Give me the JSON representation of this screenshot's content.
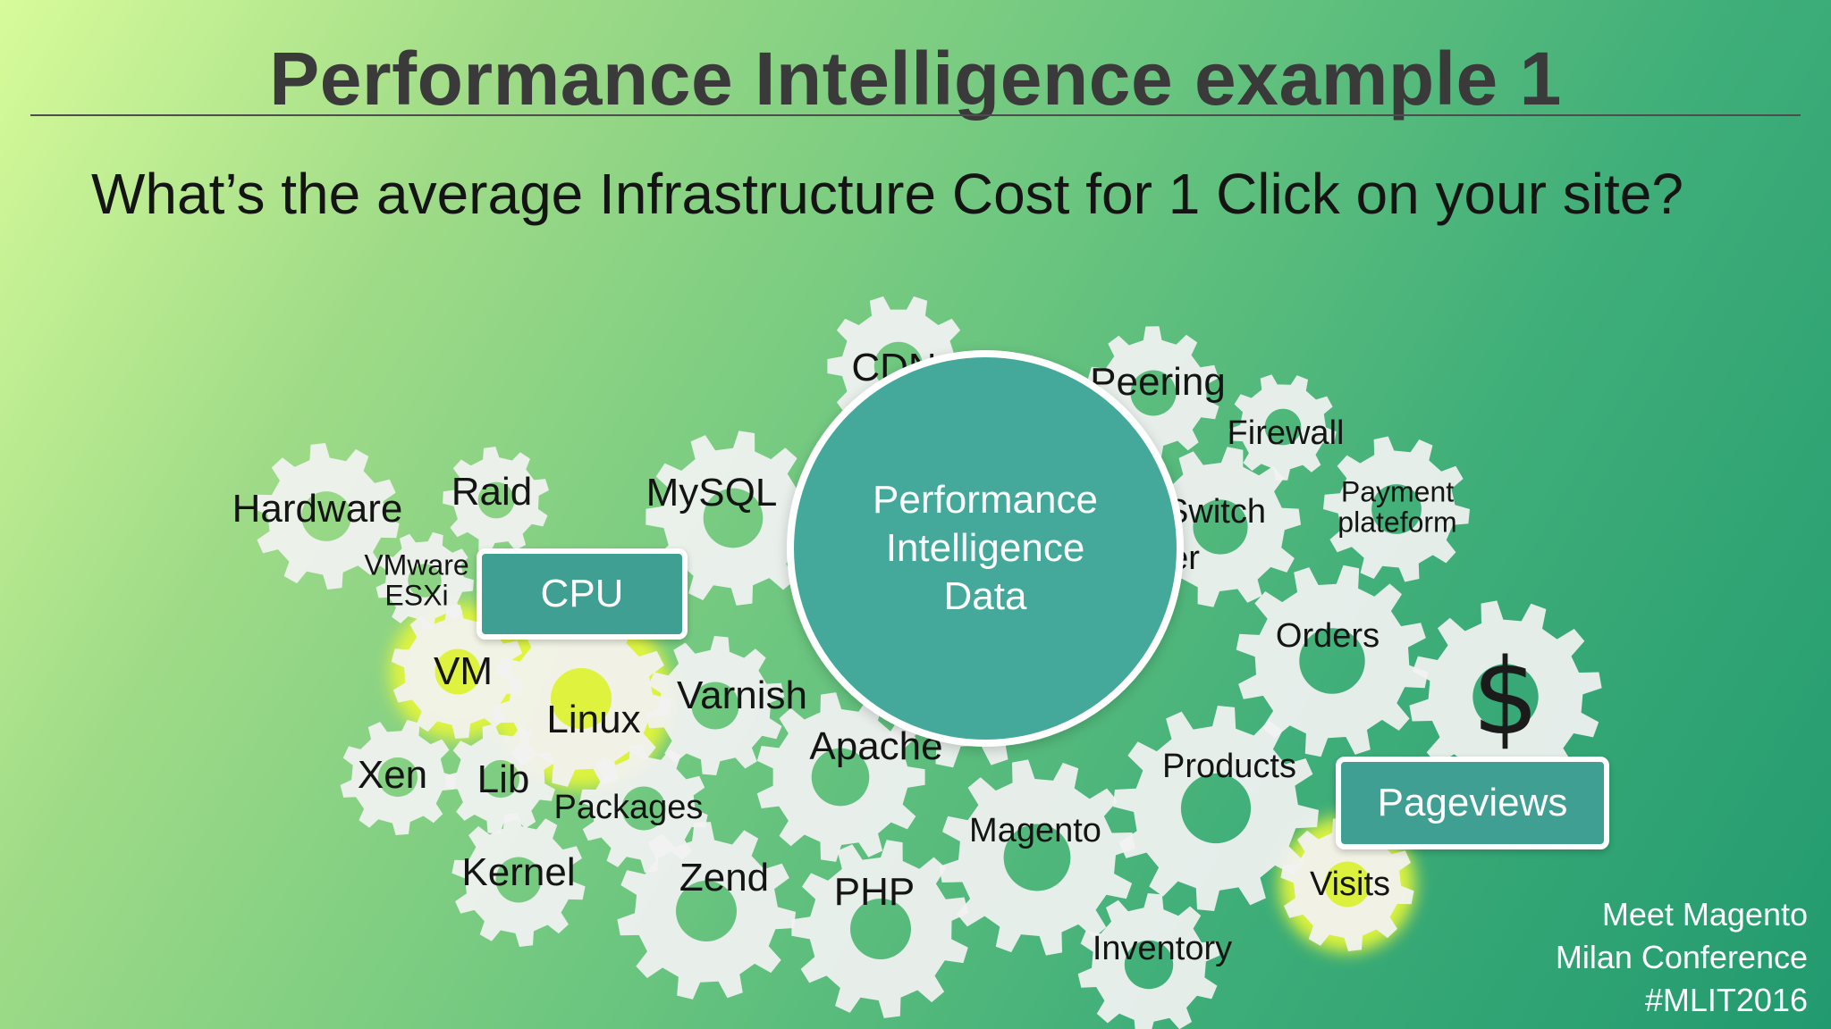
{
  "slide": {
    "title": "Performance Intelligence example 1",
    "question": "What’s the average Infrastructure Cost for 1 Click on your site?"
  },
  "center_circle": {
    "text": "Performance Intelligence Data",
    "fill": "#44a99b"
  },
  "tags": {
    "cpu": "CPU",
    "pageviews": "Pageviews"
  },
  "dollar_icon": {
    "icon": "dollar-sign-icon",
    "glyph": "$"
  },
  "gear_labels": {
    "hardware": "Hardware",
    "raid": "Raid",
    "mysql": "MySQL",
    "cdn": "CDN",
    "peering": "Peering",
    "firewall": "Firewall",
    "switch": "Switch",
    "router_partial": "er",
    "payment_platform": "Payment plateform",
    "vmware_esxi": "VMware ESXi",
    "vm": "VM",
    "linux": "Linux",
    "varnish": "Varnish",
    "apache": "Apache",
    "orders": "Orders",
    "xen": "Xen",
    "lib": "Lib",
    "packages": "Packages",
    "products": "Products",
    "magento": "Magento",
    "kernel": "Kernel",
    "zend": "Zend",
    "php": "PHP",
    "visits": "Visits",
    "inventory": "Inventory"
  },
  "highlight_color": "#e4f53a",
  "gear_color": "#f2f2f2",
  "footer": {
    "line1": "Meet Magento",
    "line2": "Milan Conference",
    "line3": "#MLIT2016"
  }
}
